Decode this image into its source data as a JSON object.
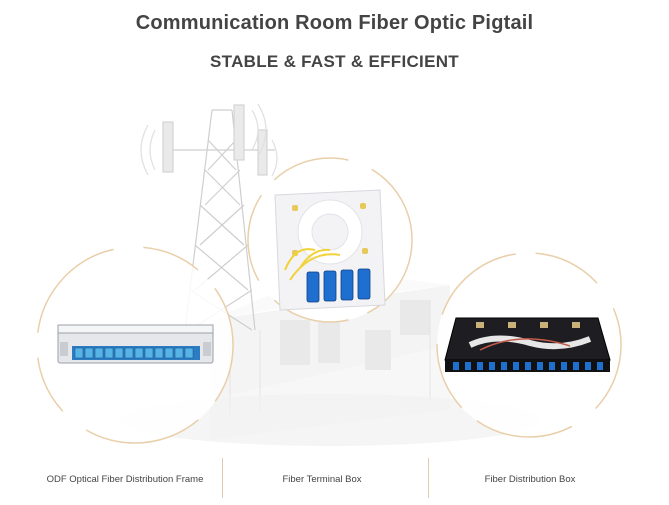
{
  "header": {
    "title": "Communication Room Fiber Optic Pigtail",
    "subtitle": "STABLE & FAST & EFFICIENT"
  },
  "captions": {
    "left": "ODF Optical Fiber Distribution Frame",
    "center": "Fiber Terminal Box",
    "right": "Fiber Distribution Box"
  },
  "colors": {
    "accent_ring": "#e9cfa9",
    "adapter_blue": "#1f6fd1",
    "port_blue": "#57b3e3",
    "divider": "#e2c9b0"
  },
  "icons": [
    "telecom-tower-icon",
    "building-icon",
    "odf-frame-icon",
    "terminal-box-icon",
    "distribution-box-icon"
  ]
}
